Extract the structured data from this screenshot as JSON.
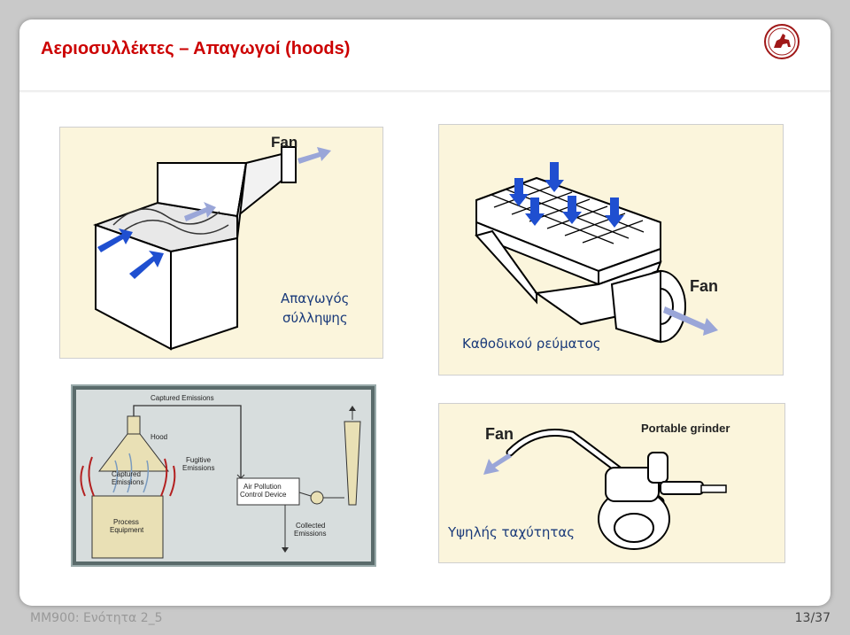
{
  "slide": {
    "title": "Αεριοσυλλέκτες – Απαγωγοί (hoods)",
    "footer_left": "ΜΜ900:  Ενότητα 2_5",
    "footer_right": "13/37"
  },
  "figures": {
    "capture_hood": {
      "label": "Fan",
      "caption_line1": "Απαγωγός",
      "caption_line2": "σύλληψης"
    },
    "downdraft_hood": {
      "label": "Fan",
      "caption": "Καθοδικού ρεύματος"
    },
    "system_diagram": {
      "captured_emissions": "Captured Emissions",
      "hood": "Hood",
      "fugitive_line1": "Fugitive",
      "fugitive_line2": "Emissions",
      "captured_line1": "Captured",
      "captured_line2": "Emissions",
      "process_line1": "Process",
      "process_line2": "Equipment",
      "apc_line1": "Air Pollution",
      "apc_line2": "Control Device",
      "collected_line1": "Collected",
      "collected_line2": "Emissions"
    },
    "high_velocity": {
      "label_fan": "Fan",
      "label_grinder": "Portable grinder",
      "caption": "Υψηλής ταχύτητας"
    }
  },
  "colors": {
    "title": "#cc0000",
    "caption": "#1a3a7a",
    "arrow_blue": "#1f4fd0",
    "figure_bg": "#fbf5dc",
    "diagram_bg": "#5a6b6b",
    "diagram_box": "#e9e0b5"
  },
  "icons": {
    "logo": "university-seal-icon"
  }
}
